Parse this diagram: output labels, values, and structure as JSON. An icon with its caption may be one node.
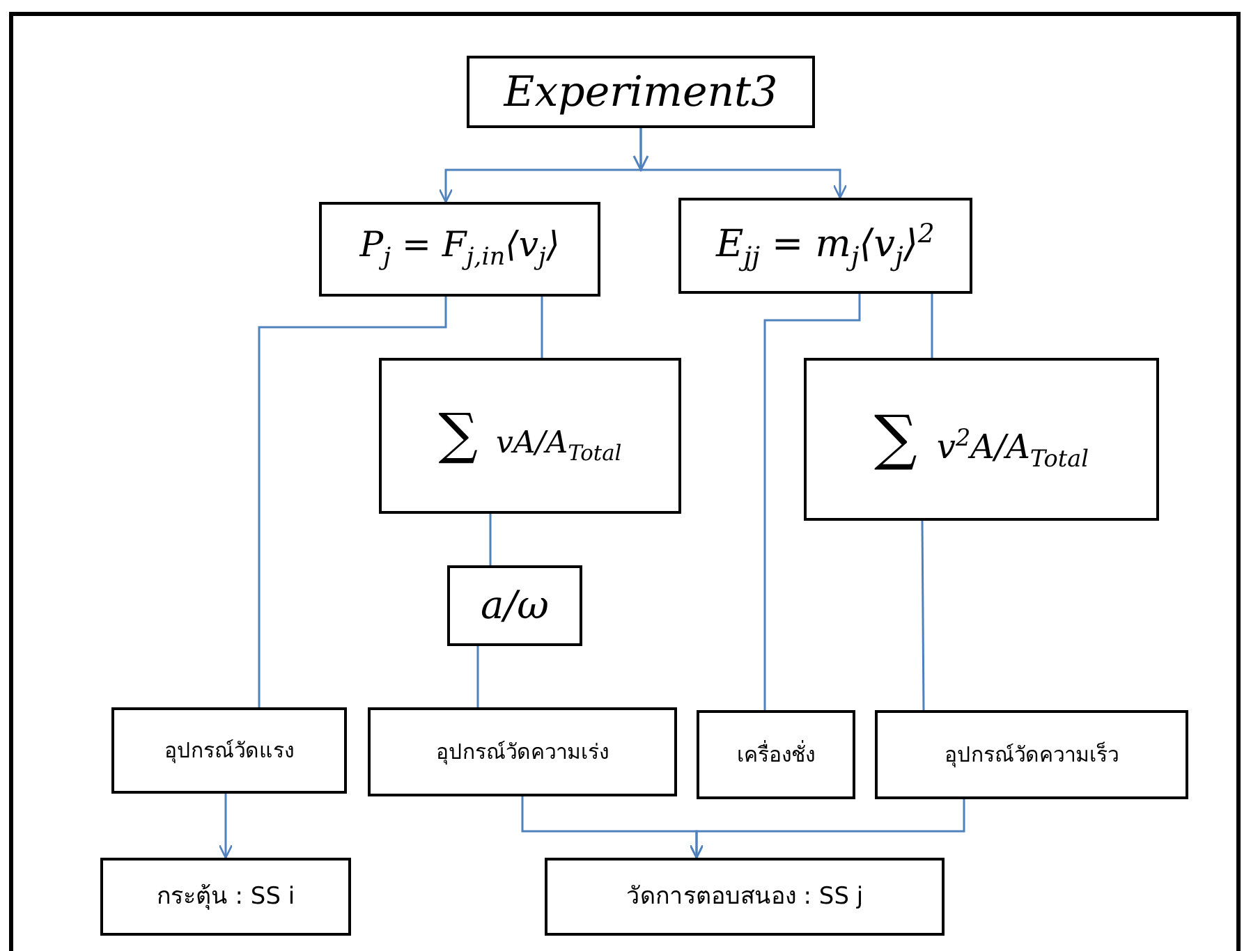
{
  "diagram": {
    "nodes": [
      {
        "text": [
          "Experiment3"
        ]
      },
      {
        "text": [
          "P$_{j}$ = F$_{j,in}$⟨v$_{j}$⟩"
        ]
      },
      {
        "text": [
          "E$_{jj}$ = m$_{j}$⟨v$_{j}$⟩$^{2}$"
        ]
      },
      {
        "text": [
          "∑ vA/A$_{Total}$"
        ]
      },
      {
        "text": [
          "∑ v$^{2}$A/A$_{Total}$"
        ]
      },
      {
        "text": [
          "a/ω"
        ]
      },
      {
        "text": [
          "อุปกรณ์วัดแรง"
        ]
      },
      {
        "text": [
          "อุปกรณ์วัดความเร่ง"
        ]
      },
      {
        "text": [
          "เครื่องชั่ง"
        ]
      },
      {
        "text": [
          "อุปกรณ์วัดความเร็ว"
        ]
      },
      {
        "text": [
          "กระตุ้น : SS i"
        ]
      },
      {
        "text": [
          "วัดการตอบสนอง : SS j"
        ]
      }
    ],
    "edges": [
      {
        "from": 0,
        "to": 1,
        "arrow": "to"
      },
      {
        "from": 0,
        "to": 2,
        "arrow": "to"
      },
      {
        "from": 1,
        "to": 6,
        "arrow": "none"
      },
      {
        "from": 1,
        "to": 3,
        "arrow": "none"
      },
      {
        "from": 2,
        "to": 8,
        "arrow": "none"
      },
      {
        "from": 2,
        "to": 4,
        "arrow": "none"
      },
      {
        "from": 3,
        "to": 5,
        "arrow": "none"
      },
      {
        "from": 5,
        "to": 7,
        "arrow": "none"
      },
      {
        "from": 4,
        "to": 9,
        "arrow": "none"
      },
      {
        "from": 6,
        "to": 10,
        "arrow": "to"
      },
      {
        "from": 7,
        "to": 11,
        "arrow": "to"
      },
      {
        "from": 9,
        "to": 11,
        "arrow": "to"
      }
    ]
  }
}
